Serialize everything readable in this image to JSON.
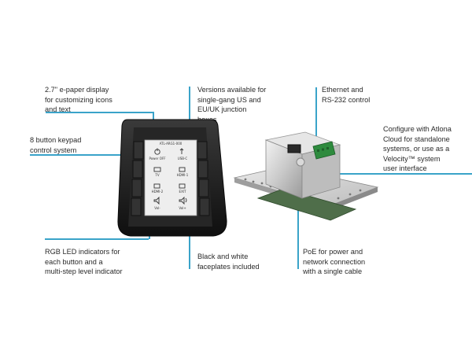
{
  "callouts": {
    "epaper": "2.7\" e-paper display\nfor customizing icons\nand text",
    "versions": "Versions available for\nsingle-gang US and\nEU/UK junction\nboxes",
    "ethernet": "Ethernet and\nRS-232 control",
    "keypad": "8 button keypad\ncontrol system",
    "configure": "Configure with Atlona\nCloud for standalone\nsystems, or use as a\nVelocity™ system\nuser interface",
    "rgb": "RGB LED indicators for\neach button and a\nmulti-step level indicator",
    "faceplates": "Black and white\nfaceplates included",
    "poe": "PoE for power and\nnetwork connection\nwith a single cable"
  },
  "screen": {
    "header": "ATL-ARG1-000",
    "buttons": [
      {
        "label": "Power OFF",
        "icon": "power-icon"
      },
      {
        "label": "USB-C",
        "icon": "usb-icon"
      },
      {
        "label": "TV",
        "icon": "display-icon"
      },
      {
        "label": "HDMI-1",
        "icon": "hdmi-icon"
      },
      {
        "label": "HDMI-2",
        "icon": "hdmi-icon"
      },
      {
        "label": "EXIT",
        "icon": "exit-icon"
      },
      {
        "label": "Vol-",
        "icon": "volume-down-icon"
      },
      {
        "label": "Vol+",
        "icon": "volume-up-icon"
      }
    ]
  },
  "colors": {
    "accent": "#3aa3c9",
    "bezel": "#1b1b1b",
    "screen": "#eeeeee"
  }
}
